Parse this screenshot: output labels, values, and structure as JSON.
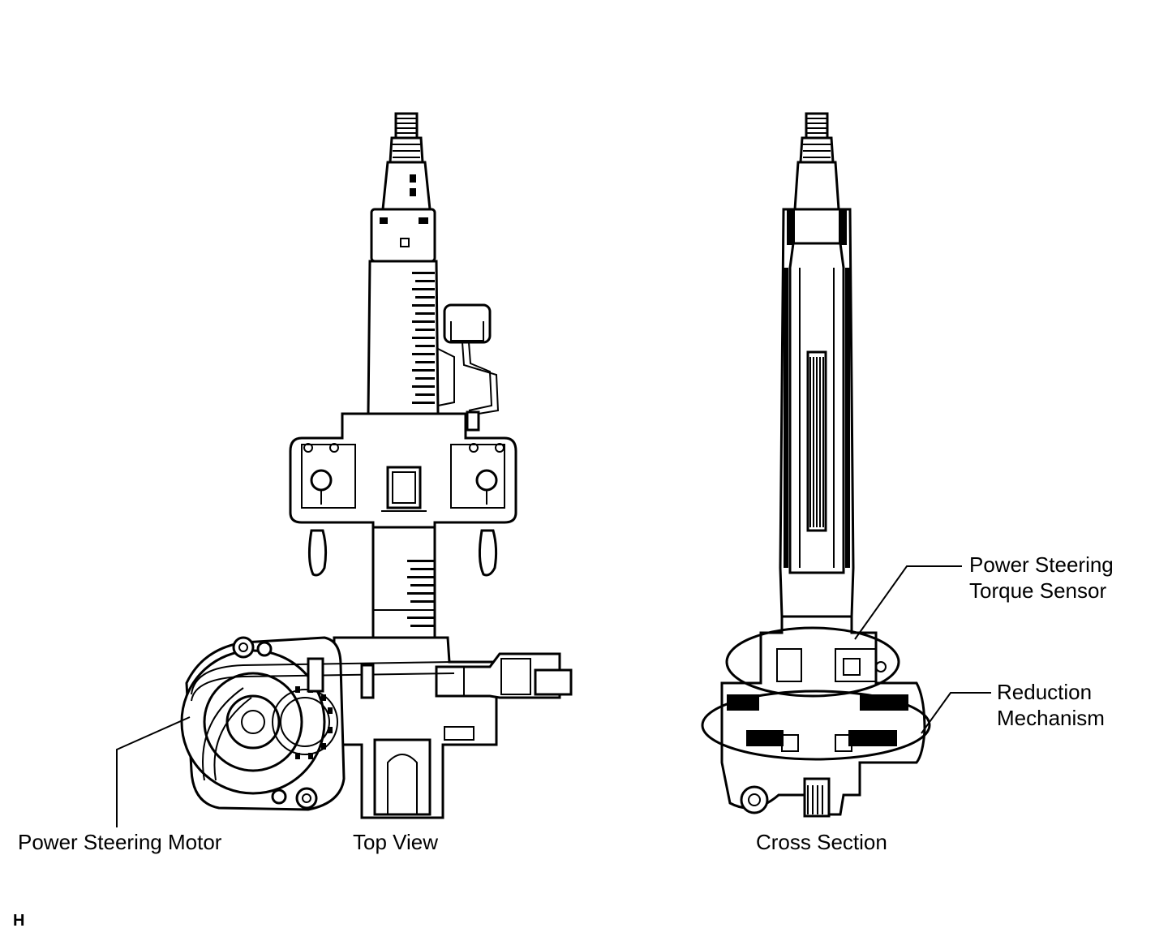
{
  "labels": {
    "motor": "Power Steering Motor",
    "top_view": "Top View",
    "cross_section": "Cross Section",
    "torque_sensor_line1": "Power Steering",
    "torque_sensor_line2": "Torque Sensor",
    "reduction_line1": "Reduction",
    "reduction_line2": "Mechanism"
  },
  "corner_mark": "H"
}
